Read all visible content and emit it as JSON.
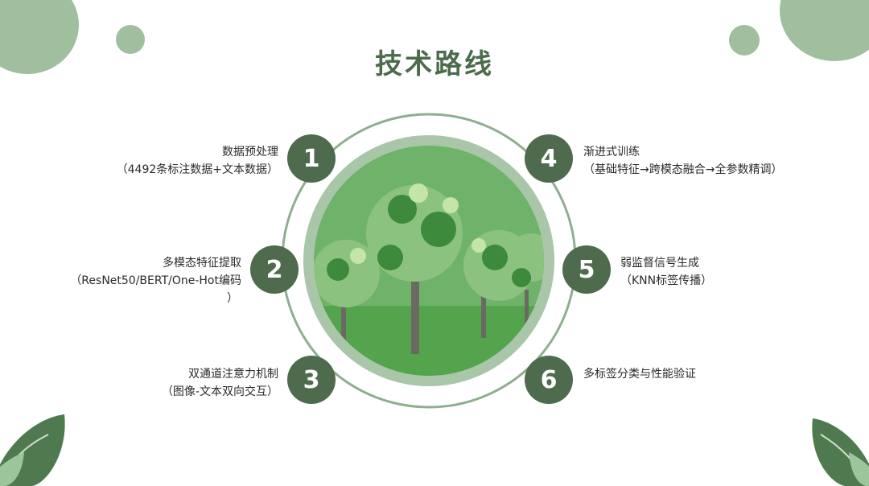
{
  "title": "技术路线",
  "colors": {
    "accent": "#4e6b4e",
    "deco": "#9fbf9f",
    "ring": "#8fae8f",
    "leaf_dark": "#4f7a4f",
    "leaf_light": "#9cc59c"
  },
  "steps": [
    {
      "number": "1",
      "label": "数据预处理",
      "detail": "（4492条标注数据+文本数据）"
    },
    {
      "number": "2",
      "label": "多模态特征提取",
      "detail": "（ResNet50/BERT/One-Hot编码",
      "detail2": "）"
    },
    {
      "number": "3",
      "label": "双通道注意力机制",
      "detail": "（图像-文本双向交互）"
    },
    {
      "number": "4",
      "label": "渐进式训练",
      "detail": "（基础特征→跨模态融合→全参数精调）"
    },
    {
      "number": "5",
      "label": "弱监督信号生成",
      "detail": "（KNN标签传播）"
    },
    {
      "number": "6",
      "label": "多标签分类与性能验证",
      "detail": ""
    }
  ],
  "icons": {
    "center_image": "gear-trees-image",
    "leaf": "leaf-icon"
  }
}
